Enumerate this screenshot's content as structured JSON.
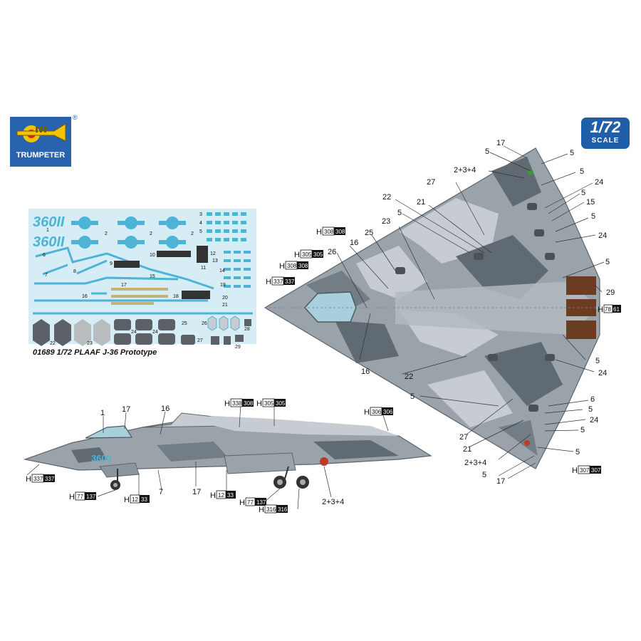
{
  "brand": {
    "name": "TRUMPETER",
    "registered": "®"
  },
  "scale": {
    "value": "1/72",
    "word": "SCALE"
  },
  "decal_sheet": {
    "title": "01689 1/72 PLAAF J-36 Prototype",
    "serial": "360II",
    "numbers": [
      "1",
      "2",
      "2",
      "2",
      "3",
      "4",
      "5",
      "6",
      "7",
      "8",
      "9",
      "10",
      "11",
      "12",
      "13",
      "14",
      "15",
      "16",
      "17",
      "18",
      "19",
      "20",
      "21",
      "22",
      "23",
      "24",
      "24",
      "25",
      "26",
      "27",
      "28",
      "29"
    ]
  },
  "side_view": {
    "serial": "360II",
    "callouts": [
      "1",
      "17",
      "16",
      "7",
      "17",
      "2+3+4"
    ],
    "color_refs": [
      {
        "h": "H",
        "code": "338",
        "code2": "308"
      },
      {
        "h": "H",
        "code": "305",
        "code2": "305"
      },
      {
        "h": "H",
        "code": "306",
        "code2": "306"
      },
      {
        "h": "H",
        "code": "337",
        "code2": "337"
      },
      {
        "h": "H",
        "code": "77",
        "code2": "137"
      },
      {
        "h": "H",
        "code": "12",
        "code2": "33"
      },
      {
        "h": "H",
        "code": "12",
        "code2": "33"
      },
      {
        "h": "H",
        "code": "77",
        "code2": "137"
      },
      {
        "h": "H",
        "code": "316",
        "code2": "316"
      }
    ]
  },
  "top_view": {
    "callouts_left": [
      "17",
      "5",
      "2+3+4",
      "27",
      "22",
      "21",
      "5",
      "23",
      "25",
      "16",
      "26",
      "16",
      "22",
      "5",
      "27",
      "21",
      "2+3+4",
      "5",
      "17"
    ],
    "callouts_right": [
      "5",
      "5",
      "24",
      "5",
      "15",
      "5",
      "24",
      "5",
      "29",
      "5",
      "24",
      "6",
      "5",
      "24",
      "5",
      "5"
    ],
    "color_refs": [
      {
        "h": "H",
        "code": "308",
        "code2": "308"
      },
      {
        "h": "H",
        "code": "305",
        "code2": "305"
      },
      {
        "h": "H",
        "code": "308",
        "code2": "308"
      },
      {
        "h": "H",
        "code": "337",
        "code2": "337"
      },
      {
        "h": "H",
        "code": "78",
        "code2": "61"
      },
      {
        "h": "H",
        "code": "307",
        "code2": "307"
      }
    ]
  },
  "colors": {
    "brand_blue": "#2a63ad",
    "camo_light": "#c6ccd1",
    "camo_mid": "#8b959d",
    "camo_dark": "#5f6a73",
    "decal_bg": "#d6edf5",
    "decal_blue": "#4db4d6"
  }
}
